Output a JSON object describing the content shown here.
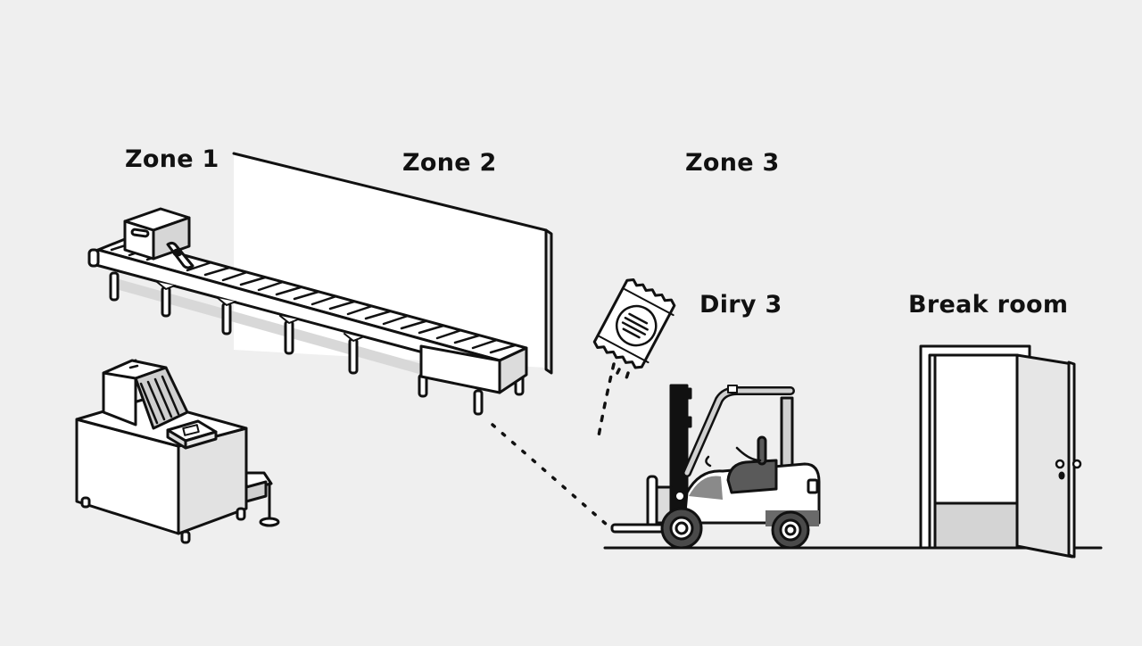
{
  "scene": {
    "background_color": "#efefef",
    "line_color": "#111111",
    "labels": {
      "zone1": "Zone 1",
      "zone2": "Zone 2",
      "zone3": "Zone 3",
      "zone_dirty": "Diry 3",
      "break_room": "Break room"
    },
    "objects": [
      {
        "name": "conveyor-belt",
        "zone": "Zone 1 / Zone 2"
      },
      {
        "name": "cardboard-box",
        "zone": "Zone 1"
      },
      {
        "name": "wall-panel",
        "zone": "Zone 2"
      },
      {
        "name": "packaging-machine",
        "zone": "Zone 1"
      },
      {
        "name": "snack-bag",
        "zone": "Diry 3"
      },
      {
        "name": "forklift",
        "zone": "Zone 3"
      },
      {
        "name": "open-door",
        "zone": "Break room"
      }
    ]
  }
}
